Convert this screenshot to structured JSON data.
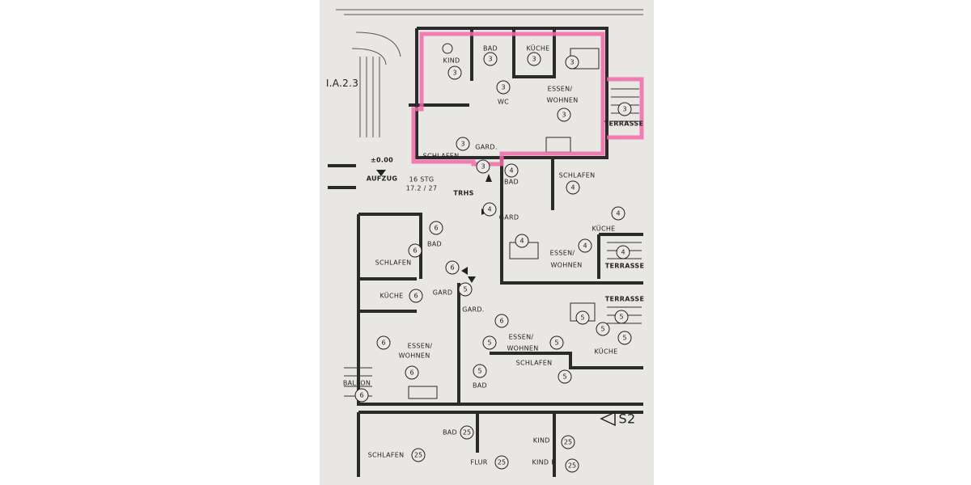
{
  "plan": {
    "highlight_color": "#f06aa8",
    "wall_color": "#2a2a2a",
    "paper_color": "#e9e7e4",
    "labels": [
      "I.A.2.3",
      "KIND",
      "BAD",
      "KÜCHE",
      "WC",
      "ESSEN/",
      "WOHNEN",
      "TERRASSE",
      "GARD.",
      "SCHLAFEN",
      "±0.00",
      "AUFZUG",
      "16 STG",
      "17.2 / 27",
      "TRHS",
      "BAD",
      "SCHLAFEN",
      "GARD",
      "KÜCHE",
      "ESSEN/",
      "WOHNEN",
      "TERRASSE",
      "BAD",
      "SCHLAFEN",
      "KÜCHE",
      "GARD",
      "GARD.",
      "TERRASSE",
      "ESSEN/",
      "WOHNEN",
      "KÜCHE",
      "ESSEN/",
      "WOHNEN",
      "BALKON",
      "BAD",
      "SCHLAFEN",
      "S2",
      "BAD",
      "KIND I",
      "SCHLAFEN",
      "FLUR",
      "KIND II"
    ],
    "unit_numbers": [
      "3",
      "3",
      "3",
      "3",
      "3",
      "3",
      "3",
      "3",
      "3",
      "4",
      "4",
      "4",
      "4",
      "4",
      "4",
      "4",
      "6",
      "6",
      "6",
      "6",
      "5",
      "5",
      "5",
      "5",
      "5",
      "5",
      "5",
      "6",
      "6",
      "6",
      "6",
      "5",
      "5",
      "25",
      "25",
      "25",
      "25",
      "25"
    ]
  }
}
